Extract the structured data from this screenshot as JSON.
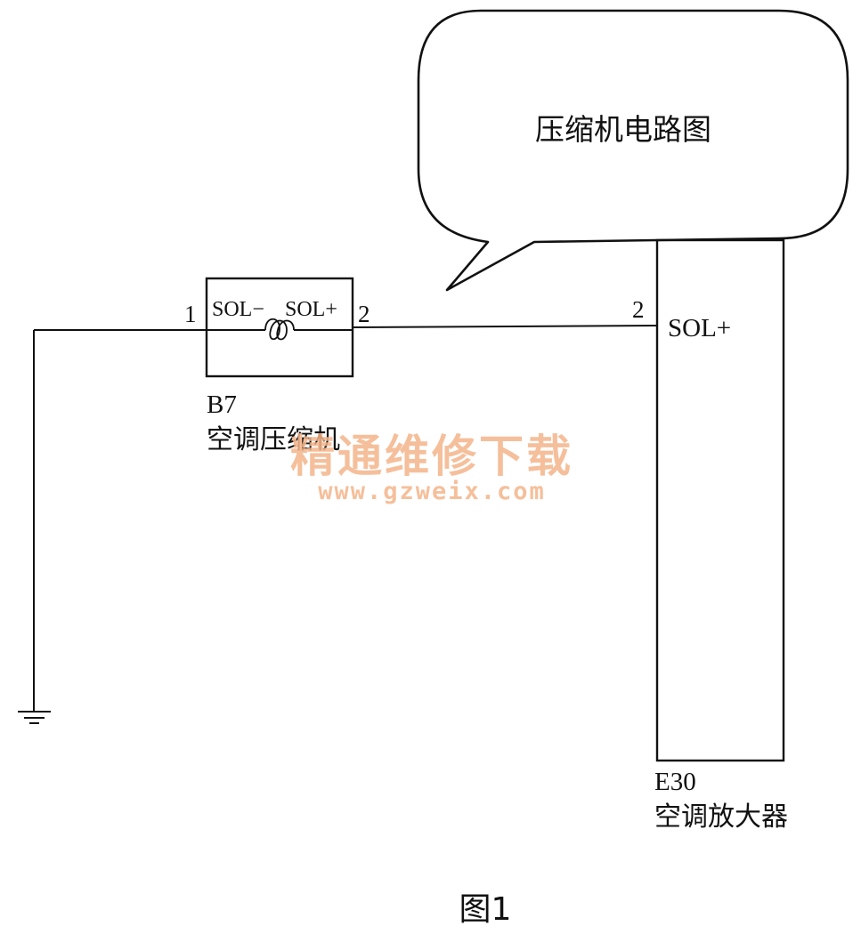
{
  "callout": {
    "text": "压缩机电路图"
  },
  "compressor": {
    "id": "B7",
    "name": "空调压缩机",
    "pin_left_number": "1",
    "pin_left_label": "SOL−",
    "pin_right_number": "2",
    "pin_right_label": "SOL+"
  },
  "amplifier": {
    "id": "E30",
    "name": "空调放大器",
    "pin_number": "2",
    "pin_label": "SOL+"
  },
  "watermark": {
    "text": "精通维修下载",
    "url": "www.gzweix.com",
    "color": "#f4b48a"
  },
  "caption": "图1",
  "icons": {
    "ground": "ground-symbol-icon",
    "coil": "solenoid-coil-icon"
  }
}
